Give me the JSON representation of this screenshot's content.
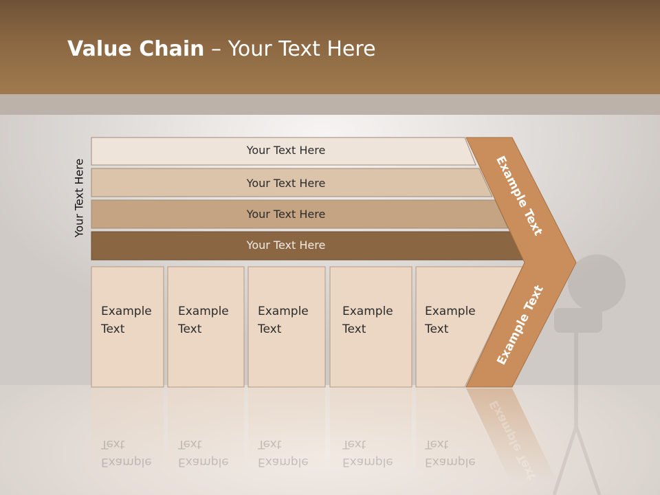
{
  "slide": {
    "title_bold": "Value Chain",
    "title_rest": " – Your Text Here",
    "side_label": "Your Text Here"
  },
  "bars": [
    {
      "label": "Your Text Here",
      "fill": "#efe4da"
    },
    {
      "label": "Your Text Here",
      "fill": "#dcc4aa"
    },
    {
      "label": "Your Text Here",
      "fill": "#c4a482"
    },
    {
      "label": "Your Text Here",
      "fill": "#8a6642"
    }
  ],
  "activities": [
    {
      "line1": "Example",
      "line2": "Text"
    },
    {
      "line1": "Example",
      "line2": "Text"
    },
    {
      "line1": "Example",
      "line2": "Text"
    },
    {
      "line1": "Example",
      "line2": "Text"
    },
    {
      "line1": "Example",
      "line2": "Text"
    }
  ],
  "margin_arrow": {
    "upper_label": "Example Text",
    "lower_label": "Example Text",
    "fill": "#c98e5c"
  },
  "colors": {
    "header": "#8b6843",
    "activity_fill": "#ebd7c4",
    "activity_stroke": "#b39a84"
  }
}
